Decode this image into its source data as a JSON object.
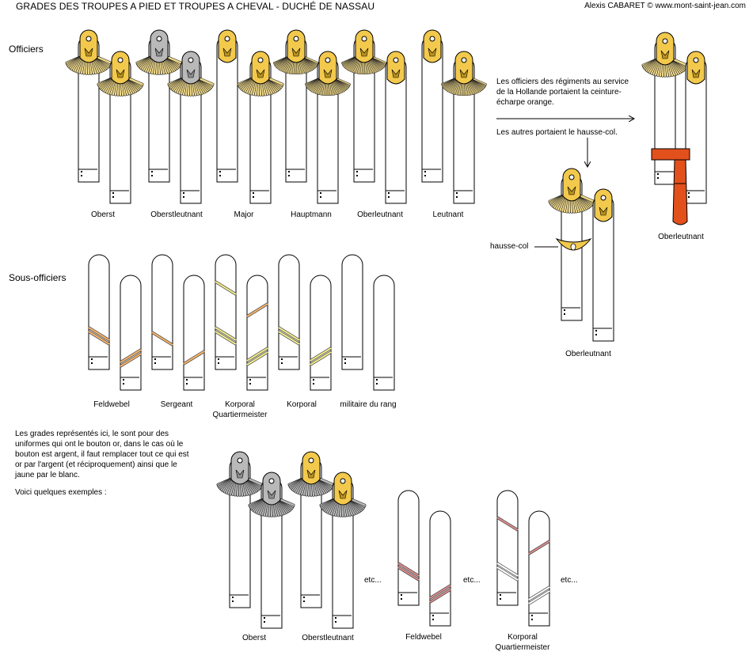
{
  "header": {
    "title": "GRADES DES TROUPES A PIED ET TROUPES A CHEVAL - DUCHÉ DE NASSAU",
    "credit": "Alexis CABARET © www.mont-saint-jean.com"
  },
  "sections": {
    "officers": "Officiers",
    "nco": "Sous-officiers"
  },
  "officers": [
    {
      "label": "Oberst",
      "type": "gold-full"
    },
    {
      "label": "Oberstleutnant",
      "type": "silver-full"
    },
    {
      "label": "Major",
      "type": "gold-full-fringe-left"
    },
    {
      "label": "Hauptmann",
      "type": "gold-fine-fringe"
    },
    {
      "label": "Oberleutnant",
      "type": "gold-fine-one"
    },
    {
      "label": "Leutnant",
      "type": "gold-one-right"
    }
  ],
  "nco": [
    {
      "label": "Feldwebel",
      "stripe": "orange-double"
    },
    {
      "label": "Sergeant",
      "stripe": "orange-single"
    },
    {
      "label": "Korporal\nQuartiermeister",
      "stripe": "yellow-double-2"
    },
    {
      "label": "Korporal",
      "stripe": "yellow-single"
    },
    {
      "label": "militaire du rang",
      "stripe": "none"
    }
  ],
  "notes": {
    "holland": "Les officiers des régiments au service de la Hollande portaient la ceinture-écharpe orange.",
    "others": "Les autres portaient le hausse-col.",
    "hausse_col_label": "hausse-col",
    "oberleutnant_1": "Oberleutnant",
    "oberleutnant_2": "Oberleutnant",
    "grades_text": "Les grades représentés ici, le sont pour des uniformes qui ont le bouton or, dans le cas où le bouton est argent, il faut remplacer tout ce qui est or par l'argent (et réciproquement) ainsi que le jaune par le blanc.",
    "examples": "Voici quelques exemples :"
  },
  "examples": {
    "oberst": "Oberst",
    "oberstleutnant": "Oberstleutnant",
    "feldwebel": "Feldwebel",
    "korporal": "Korporal\nQuartiermeister",
    "etc1": "etc...",
    "etc2": "etc...",
    "etc3": "etc..."
  },
  "colors": {
    "gold": "#f2c94c",
    "gold_dark": "#b8901c",
    "fringe_gold": "#f0d98a",
    "silver": "#b9b9b9",
    "orange_sash": "#e2501c",
    "stripe_orange": "#f5b26b",
    "stripe_yellow": "#f2ec8c",
    "stripe_pink": "#d98a8a",
    "stripe_grey": "#666666"
  }
}
